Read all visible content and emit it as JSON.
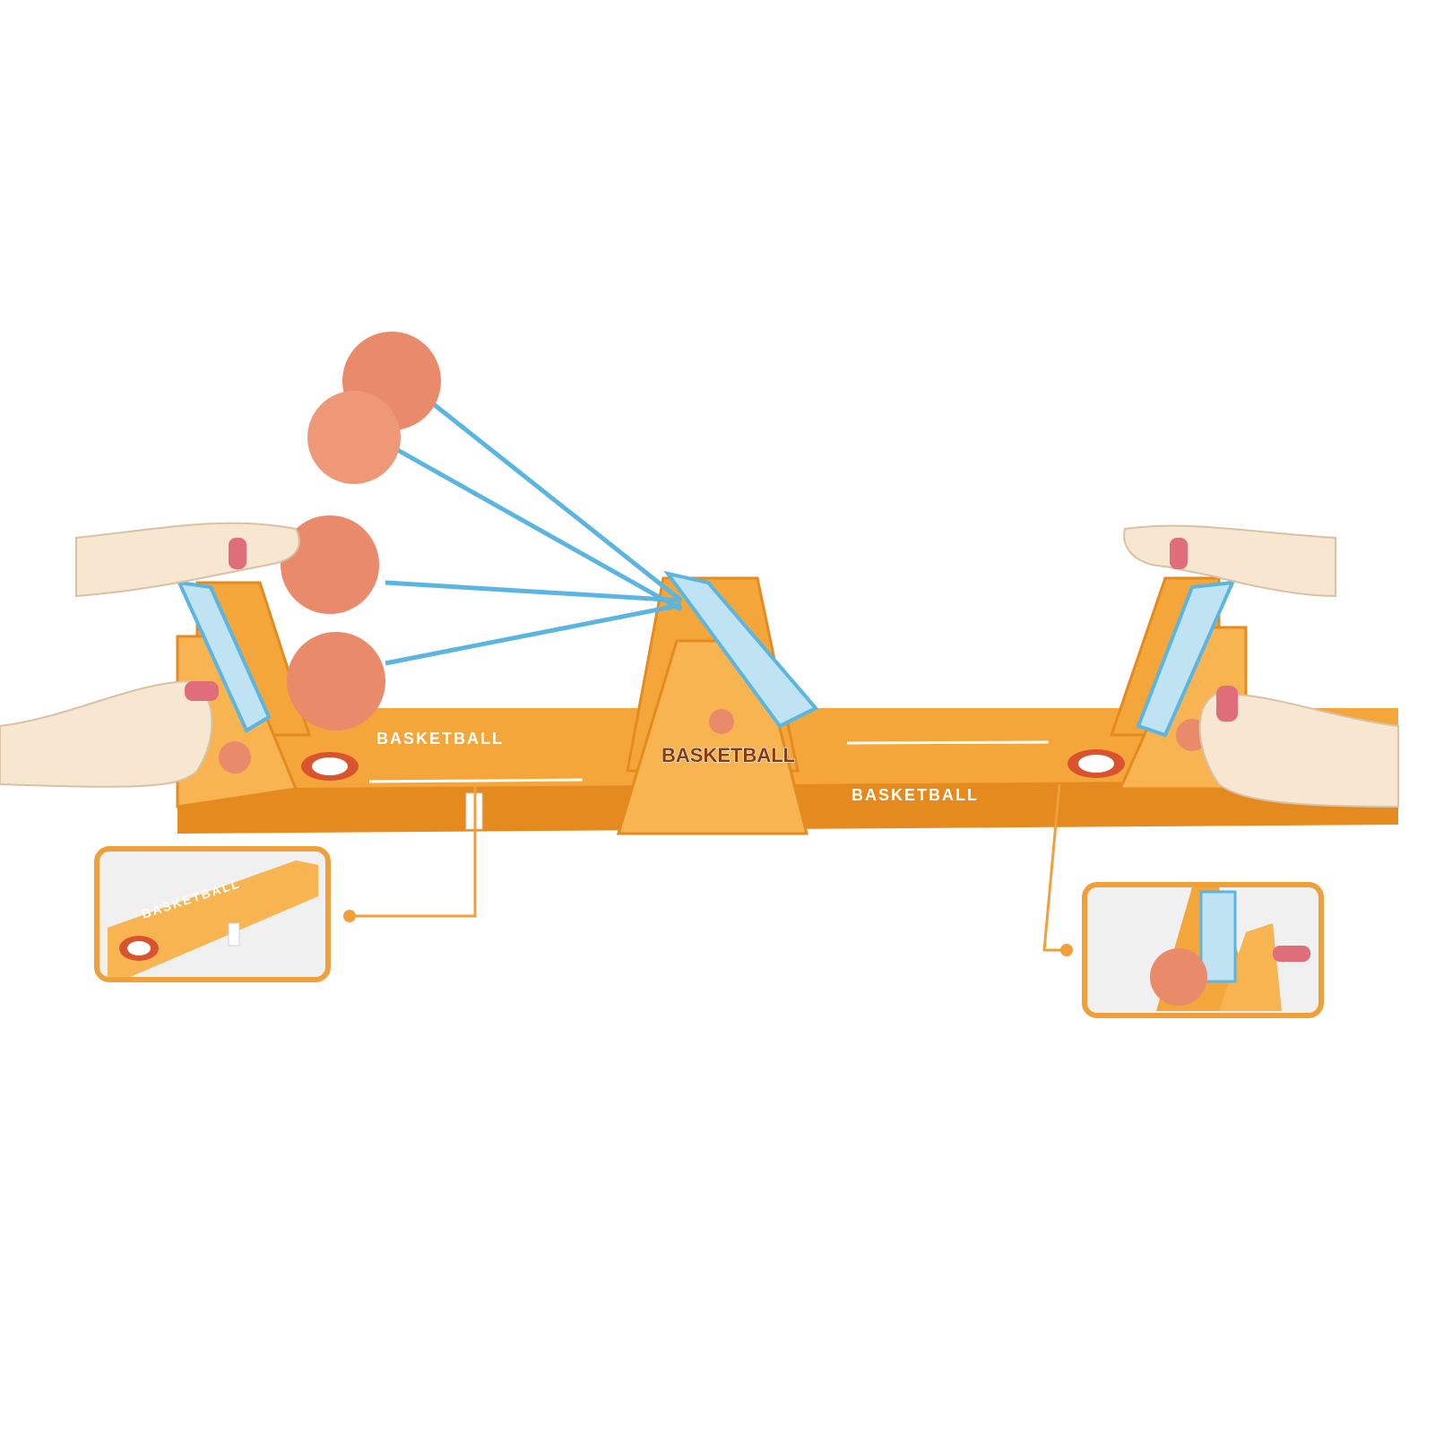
{
  "court": {
    "left_label": "BASKETBALL",
    "right_label": "BASKETBALL",
    "center_logo": "BASKETBALL"
  },
  "insets": {
    "left": {
      "label": "BASKETBALL"
    },
    "right": {}
  },
  "colors": {
    "base_orange": "#f5a63a",
    "dark_orange": "#e58a1f",
    "ball": "#e98a6a",
    "rod": "#5ab5e0",
    "skin": "#f7e6d0",
    "callout": "#f0a03a"
  },
  "icons": [
    "basketball-icon",
    "hand-icon",
    "launcher-handle-icon"
  ]
}
